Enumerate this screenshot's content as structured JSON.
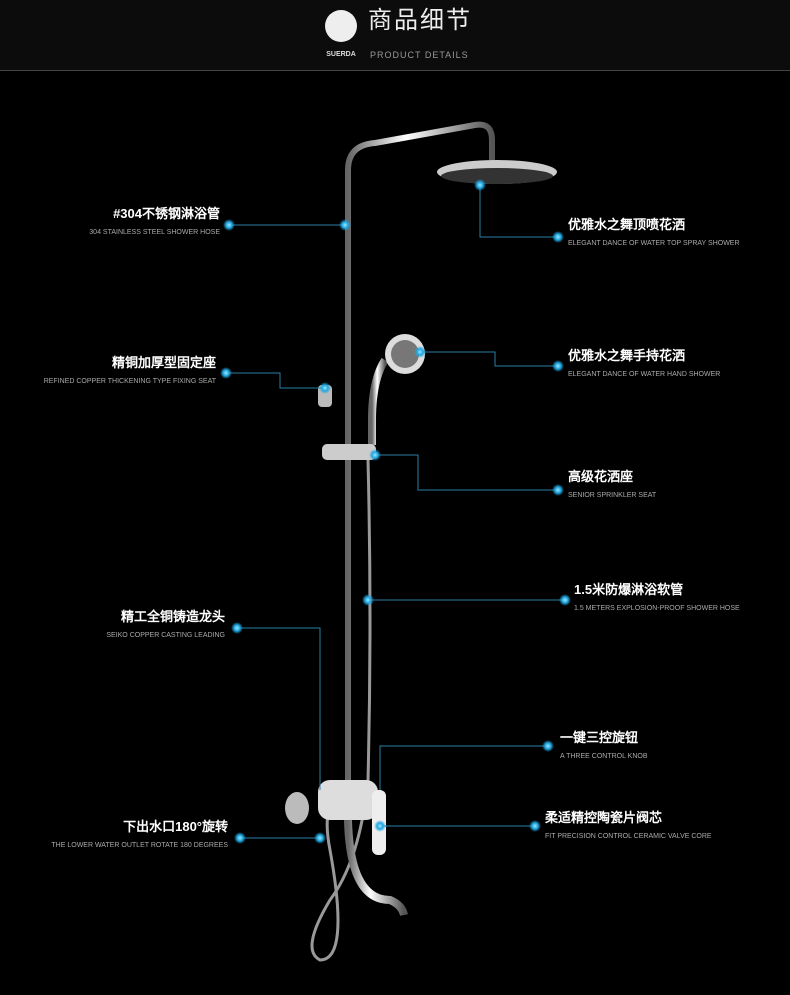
{
  "header": {
    "title_cn": "商品细节",
    "title_en": "PRODUCT DETAILS",
    "logo_text": "SUERDA"
  },
  "left_labels": [
    {
      "cn": "#304不锈钢淋浴管",
      "en": "304 STAINLESS STEEL SHOWER HOSE"
    },
    {
      "cn": "精铜加厚型固定座",
      "en": "REFINED COPPER THICKENING TYPE FIXING SEAT"
    },
    {
      "cn": "精工全铜铸造龙头",
      "en": "SEIKO COPPER CASTING LEADING"
    },
    {
      "cn": "下出水口180°旋转",
      "en": "THE LOWER WATER OUTLET ROTATE 180 DEGREES"
    }
  ],
  "right_labels": [
    {
      "cn": "优雅水之舞顶喷花洒",
      "en": "ELEGANT DANCE OF WATER TOP SPRAY SHOWER"
    },
    {
      "cn": "优雅水之舞手持花洒",
      "en": "ELEGANT DANCE OF WATER HAND SHOWER"
    },
    {
      "cn": "高级花洒座",
      "en": "SENIOR SPRINKLER SEAT"
    },
    {
      "cn": "1.5米防爆淋浴软管",
      "en": "1.5 METERS EXPLOSION-PROOF SHOWER HOSE"
    },
    {
      "cn": "一键三控旋钮",
      "en": "A THREE CONTROL KNOB"
    },
    {
      "cn": "柔适精控陶瓷片阀芯",
      "en": "FIT PRECISION CONTROL CERAMIC VALVE CORE"
    }
  ],
  "colors": {
    "accent": "#1fa6e0",
    "line": "#2a7fa8"
  }
}
